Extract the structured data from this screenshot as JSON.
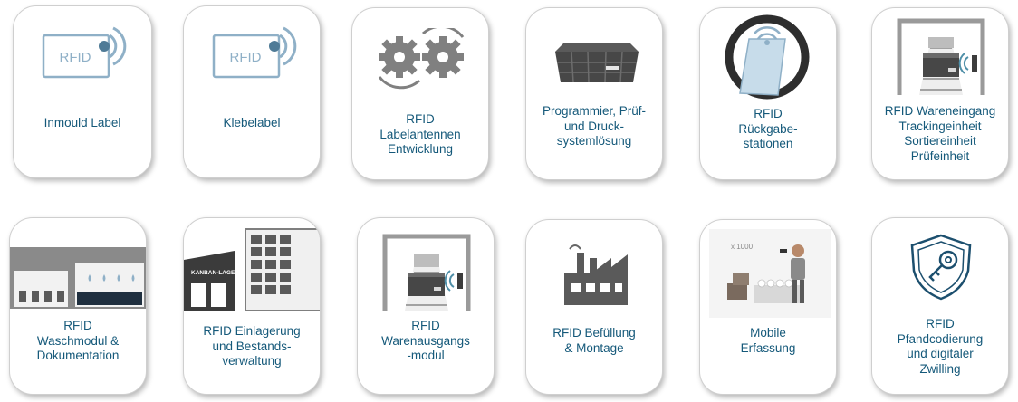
{
  "colors": {
    "label": "#15597a",
    "icon_gray": "#7f7f7f",
    "rfid_blue": "#8fb0c7",
    "dark": "#3c3c3c"
  },
  "tiles": [
    {
      "label": "Inmould Label",
      "icon": "rfid-card-icon",
      "icon_text": "RFID"
    },
    {
      "label": "Klebelabel",
      "icon": "rfid-card-icon",
      "icon_text": "RFID"
    },
    {
      "label": "RFID\nLabelantennen\nEntwicklung",
      "icon": "gears-cycle-icon"
    },
    {
      "label": "Programmier, Prüf-\nund Druck-\nsystemlösung",
      "icon": "crate-icon"
    },
    {
      "label": "RFID\nRückgabe-\nstationen",
      "icon": "return-station-icon"
    },
    {
      "label": "RFID Wareneingang\nTrackingeinheit\nSortiereinheit\nPrüfeinheit",
      "icon": "conveyor-gate-icon"
    },
    {
      "label": "RFID\nWaschmodul &\nDokumentation",
      "icon": "wash-hall-icon"
    },
    {
      "label": "RFID  Einlagerung\nund Bestands-\nverwaltung",
      "icon": "warehouse-shelf-icon",
      "icon_text": "KANBAN-LAGER"
    },
    {
      "label": "RFID\nWarenausgangs\n-modul",
      "icon": "conveyor-gate-icon"
    },
    {
      "label": "RFID Befüllung\n& Montage",
      "icon": "factory-icon"
    },
    {
      "label": "Mobile\nErfassung",
      "icon": "mobile-scanner-icon",
      "icon_text": "x 1000"
    },
    {
      "label": "RFID\nPfandcodierung\nund digitaler\nZwilling",
      "icon": "shield-key-icon"
    }
  ]
}
